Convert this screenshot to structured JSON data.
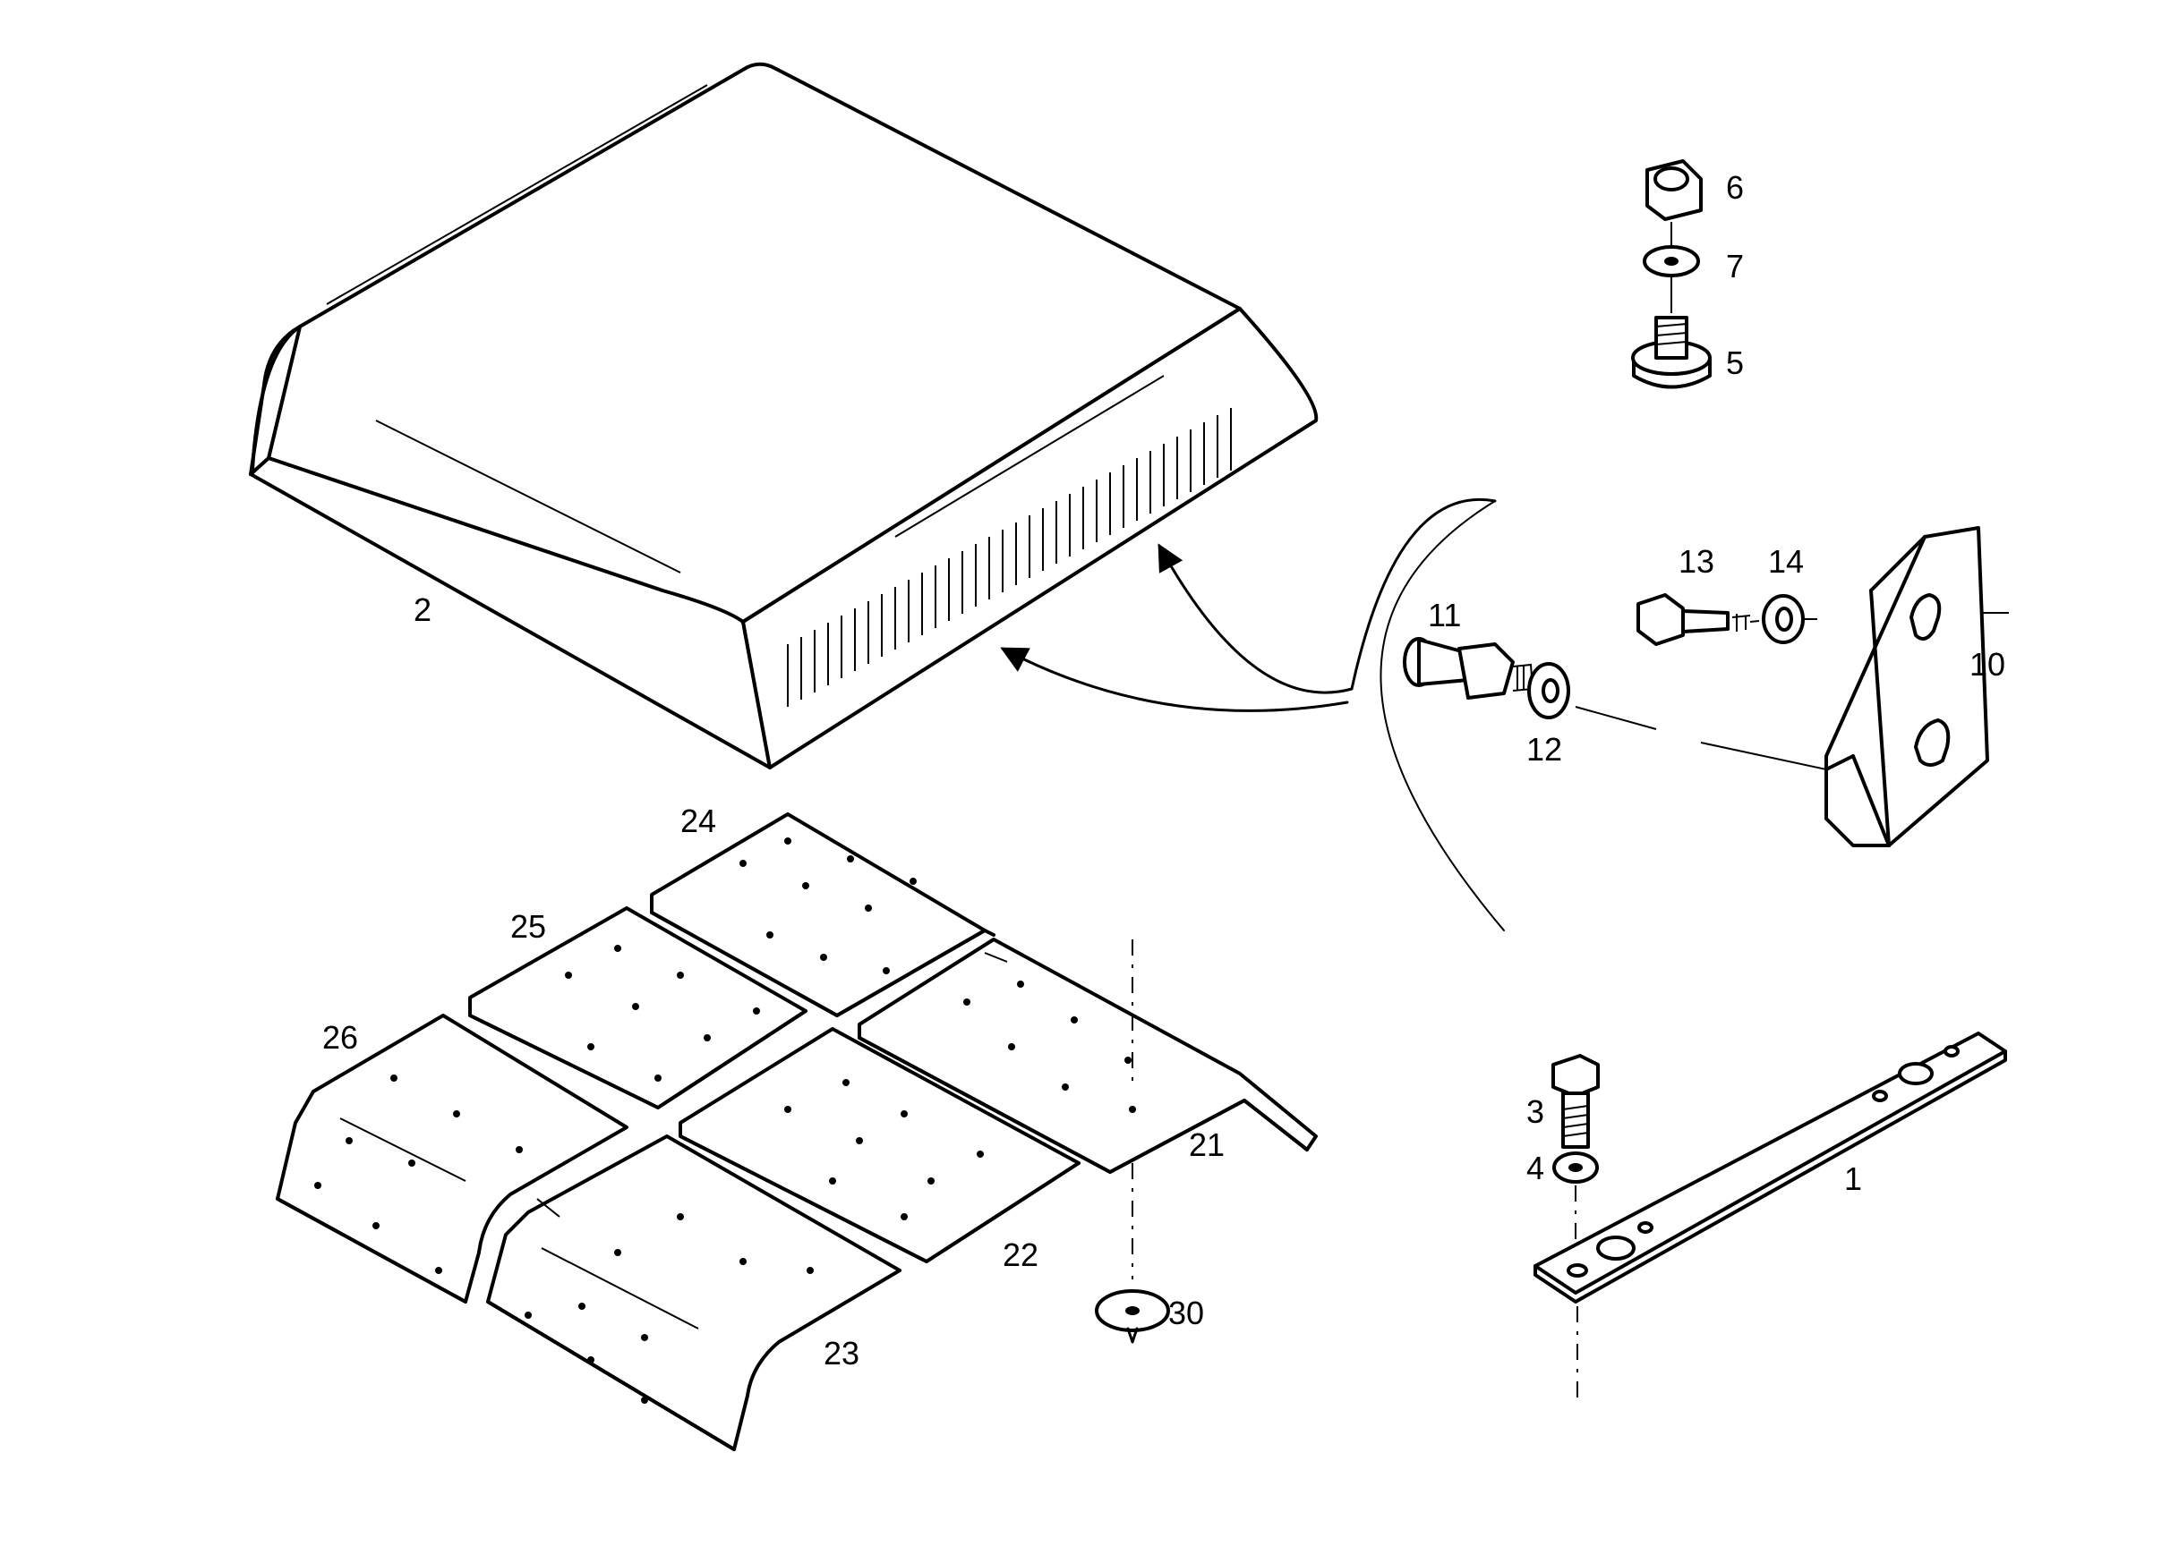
{
  "diagram": {
    "kind": "exploded-parts-drawing",
    "labels": {
      "p1": "1",
      "p2": "2",
      "p3": "3",
      "p4": "4",
      "p5": "5",
      "p6": "6",
      "p7": "7",
      "p10": "10",
      "p11": "11",
      "p12": "12",
      "p13": "13",
      "p14": "14",
      "p21": "21",
      "p22": "22",
      "p23": "23",
      "p24": "24",
      "p25": "25",
      "p26": "26",
      "p30": "30"
    }
  }
}
